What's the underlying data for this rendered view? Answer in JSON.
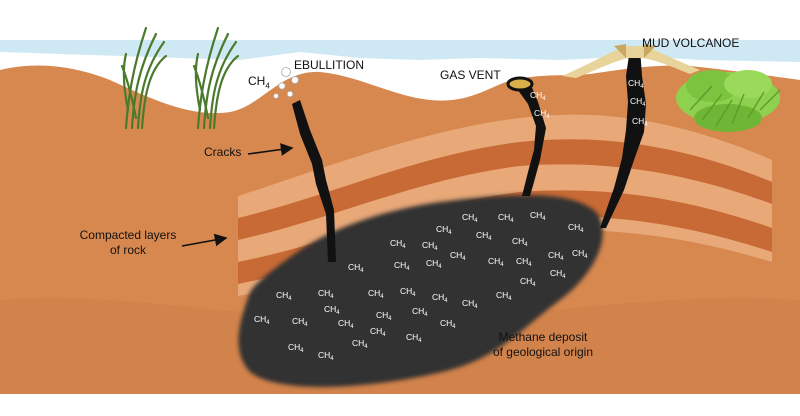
{
  "labels": {
    "ebullition": "EBULLITION",
    "ch4_base": "CH",
    "ch4_sub": "4",
    "gas_vent": "GAS VENT",
    "mud_volcanoe": "MUD VOLCANOE",
    "cracks": "Cracks",
    "compacted_line1": "Compacted layers",
    "compacted_line2": "of rock",
    "deposit_line1": "Methane deposit",
    "deposit_line2": "of geological origin"
  },
  "colors": {
    "water": "#cfe9f4",
    "soil": "#d7884f",
    "soil_dark": "#c36c3a",
    "band_light": "#e8a878",
    "band_dark": "#c76a35",
    "deposit": "#333333",
    "crack": "#111111",
    "grass": "#4a7a2c",
    "shrub": "#8ed14f",
    "mud": "#e8d49a"
  }
}
